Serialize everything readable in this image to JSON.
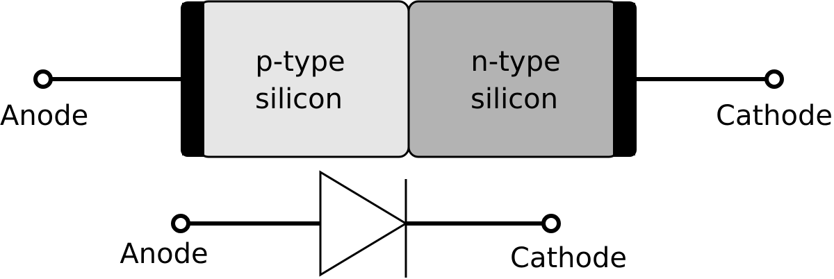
{
  "diode_structure": {
    "p_region": {
      "line1": "p-type",
      "line2": "silicon",
      "fill": "#e6e6e6"
    },
    "n_region": {
      "line1": "n-type",
      "line2": "silicon",
      "fill": "#b3b3b3"
    },
    "contact_color": "#000000",
    "anode_label": "Anode",
    "cathode_label": "Cathode"
  },
  "diode_symbol": {
    "anode_label": "Anode",
    "cathode_label": "Cathode"
  }
}
